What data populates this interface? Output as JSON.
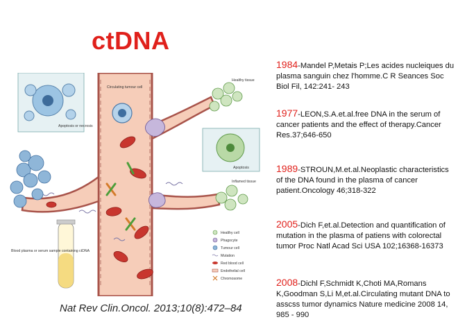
{
  "title": "ctDNA",
  "caption": "Nat Rev Clin.Oncol. 2013;10(8):472–84",
  "figure": {
    "labels": {
      "circulating": "Circulating tumour cell",
      "healthy": "Healthy tissue",
      "apoptosis_necrosis": "Apoptosis or necrosis",
      "apoptosis": "Apoptosis",
      "inflamed": "Inflamed tissue",
      "blood_plasma": "Blood plasma or serum sample containing ctDNA"
    },
    "legend": [
      {
        "label": "Healthy cell"
      },
      {
        "label": "Phagocyte"
      },
      {
        "label": "Tumour cell"
      },
      {
        "label": "Mutation"
      },
      {
        "label": "Red blood cell"
      },
      {
        "label": "Endothelial cell"
      },
      {
        "label": "Chromosome"
      }
    ]
  },
  "references": [
    {
      "year": "1984",
      "text": "-Mandel P,Metais P;Les acides nucleiques du plasma sanguin chez l'homme.C R Seances Soc Biol Fil, 142:241- 243"
    },
    {
      "year": "1977",
      "text": "-LEON,S.A.et.al.free DNA in the serum of cancer patients and the effect of therapy.Cancer Res.37;646-650"
    },
    {
      "year": "1989",
      "text": "-STROUN,M.et.al.Neoplastic characteristics of the DNA found in the plasma of cancer patient.Oncology 46;318-322"
    },
    {
      "year": "2005",
      "text": "-Dich F,et.al.Detection and quantification of mutation in the plasma of patiens with colorectal tumor Proc Natl Acad Sci USA 102;16368-16373"
    },
    {
      "year": "2008",
      "text": "-Dichl F,Schmidt K,Choti MA,Romans K,Goodman S,Li M,et.al.Circulating mutant DNA to asscss tumor dynamics Nature medicine 2008 14, 985 - 990"
    }
  ],
  "colors": {
    "accent": "#e0201b",
    "vessel": "#f6cdb9",
    "vessel_wall": "#a8534a",
    "rbc": "#c8362e",
    "tumour": "#8fb6d8"
  }
}
